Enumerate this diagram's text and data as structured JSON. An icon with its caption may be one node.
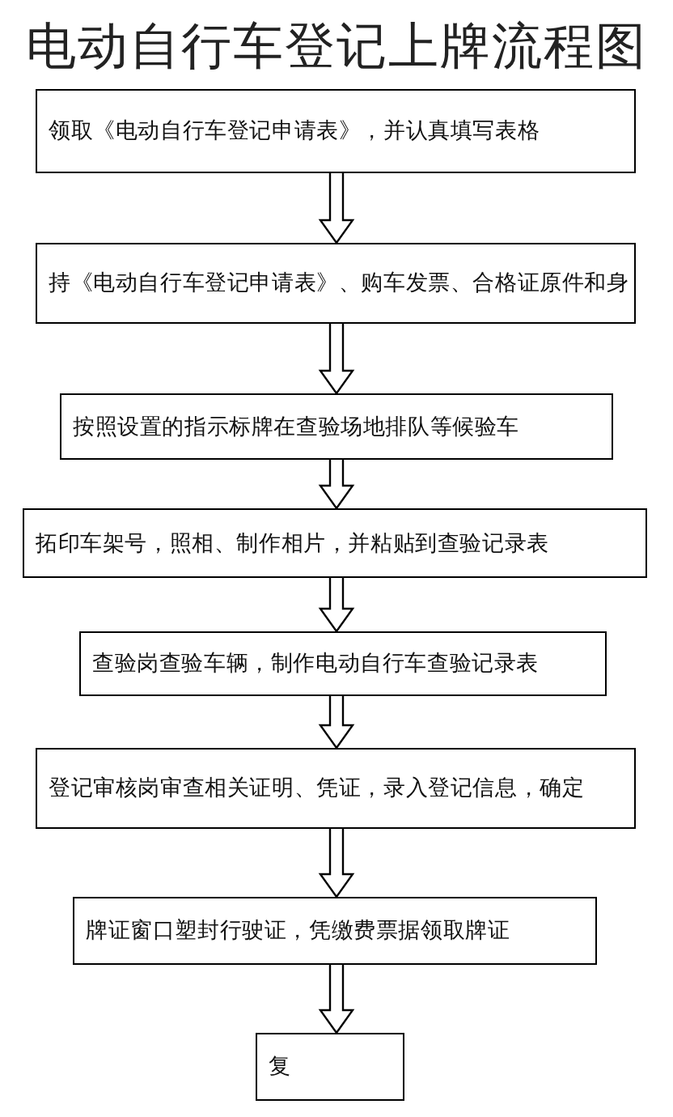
{
  "diagram": {
    "title": "电动自行车登记上牌流程图",
    "nodes": [
      {
        "text": [
          "领取《电动自行车登记申请表》，并认真填写表格"
        ]
      },
      {
        "text": [
          "持《电动自行车登记申请表》、购车发票、合格证原件和身"
        ]
      },
      {
        "text": [
          "按照设置的指示标牌在查验场地排队等候验车"
        ]
      },
      {
        "text": [
          "拓印车架号，照相、制作相片，并粘贴到查验记录表"
        ]
      },
      {
        "text": [
          "查验岗查验车辆，制作电动自行车查验记录表"
        ]
      },
      {
        "text": [
          "登记审核岗审查相关证明、凭证，录入登记信息，确定"
        ]
      },
      {
        "text": [
          "牌证窗口塑封行驶证，凭缴费票据领取牌证"
        ]
      },
      {
        "text": [
          "复"
        ]
      }
    ],
    "edges": [
      {
        "from": 0,
        "to": 1,
        "arrow": "to"
      },
      {
        "from": 1,
        "to": 2,
        "arrow": "to"
      },
      {
        "from": 2,
        "to": 3,
        "arrow": "to"
      },
      {
        "from": 3,
        "to": 4,
        "arrow": "to"
      },
      {
        "from": 4,
        "to": 5,
        "arrow": "to"
      },
      {
        "from": 5,
        "to": 6,
        "arrow": "to"
      },
      {
        "from": 6,
        "to": 7,
        "arrow": "to"
      }
    ]
  }
}
